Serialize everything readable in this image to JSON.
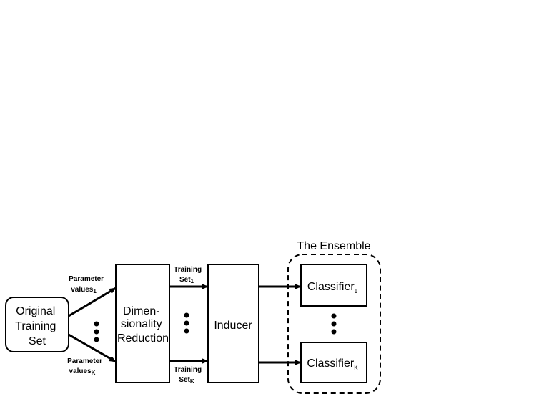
{
  "nodes": {
    "original_training_set": {
      "lines": [
        "Original",
        "Training",
        "Set"
      ]
    },
    "dimensionality_reduction": {
      "lines": [
        "Dimen-",
        "sionality",
        "Reduction"
      ]
    },
    "inducer": {
      "label": "Inducer"
    },
    "classifier_1": {
      "label": "Classifier",
      "subscript": "1"
    },
    "classifier_k": {
      "label": "Classifier",
      "subscript": "K"
    }
  },
  "ensemble": {
    "title": "The Ensemble"
  },
  "edges": {
    "param_1": {
      "line1": "Parameter",
      "line2": "values",
      "subscript": "1"
    },
    "param_k": {
      "line1": "Parameter",
      "line2": "values",
      "subscript": "K"
    },
    "train_1": {
      "line1": "Training",
      "line2": "Set",
      "subscript": "1"
    },
    "train_k": {
      "line1": "Training",
      "line2": "Set",
      "subscript": "K"
    }
  }
}
